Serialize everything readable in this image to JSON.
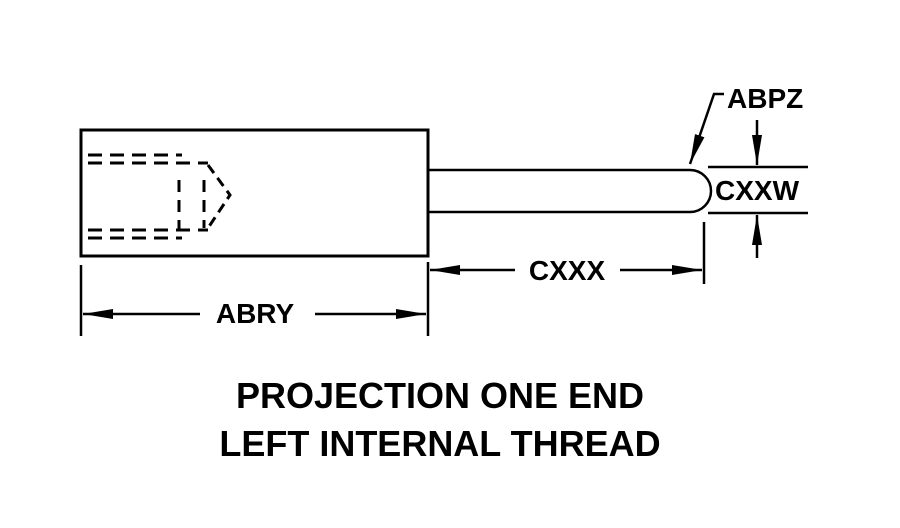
{
  "labels": {
    "abry": "ABRY",
    "cxxx": "CXXX",
    "cxxw": "CXXW",
    "abpz": "ABPZ"
  },
  "title": {
    "line1": "PROJECTION ONE END",
    "line2": "LEFT INTERNAL THREAD"
  }
}
